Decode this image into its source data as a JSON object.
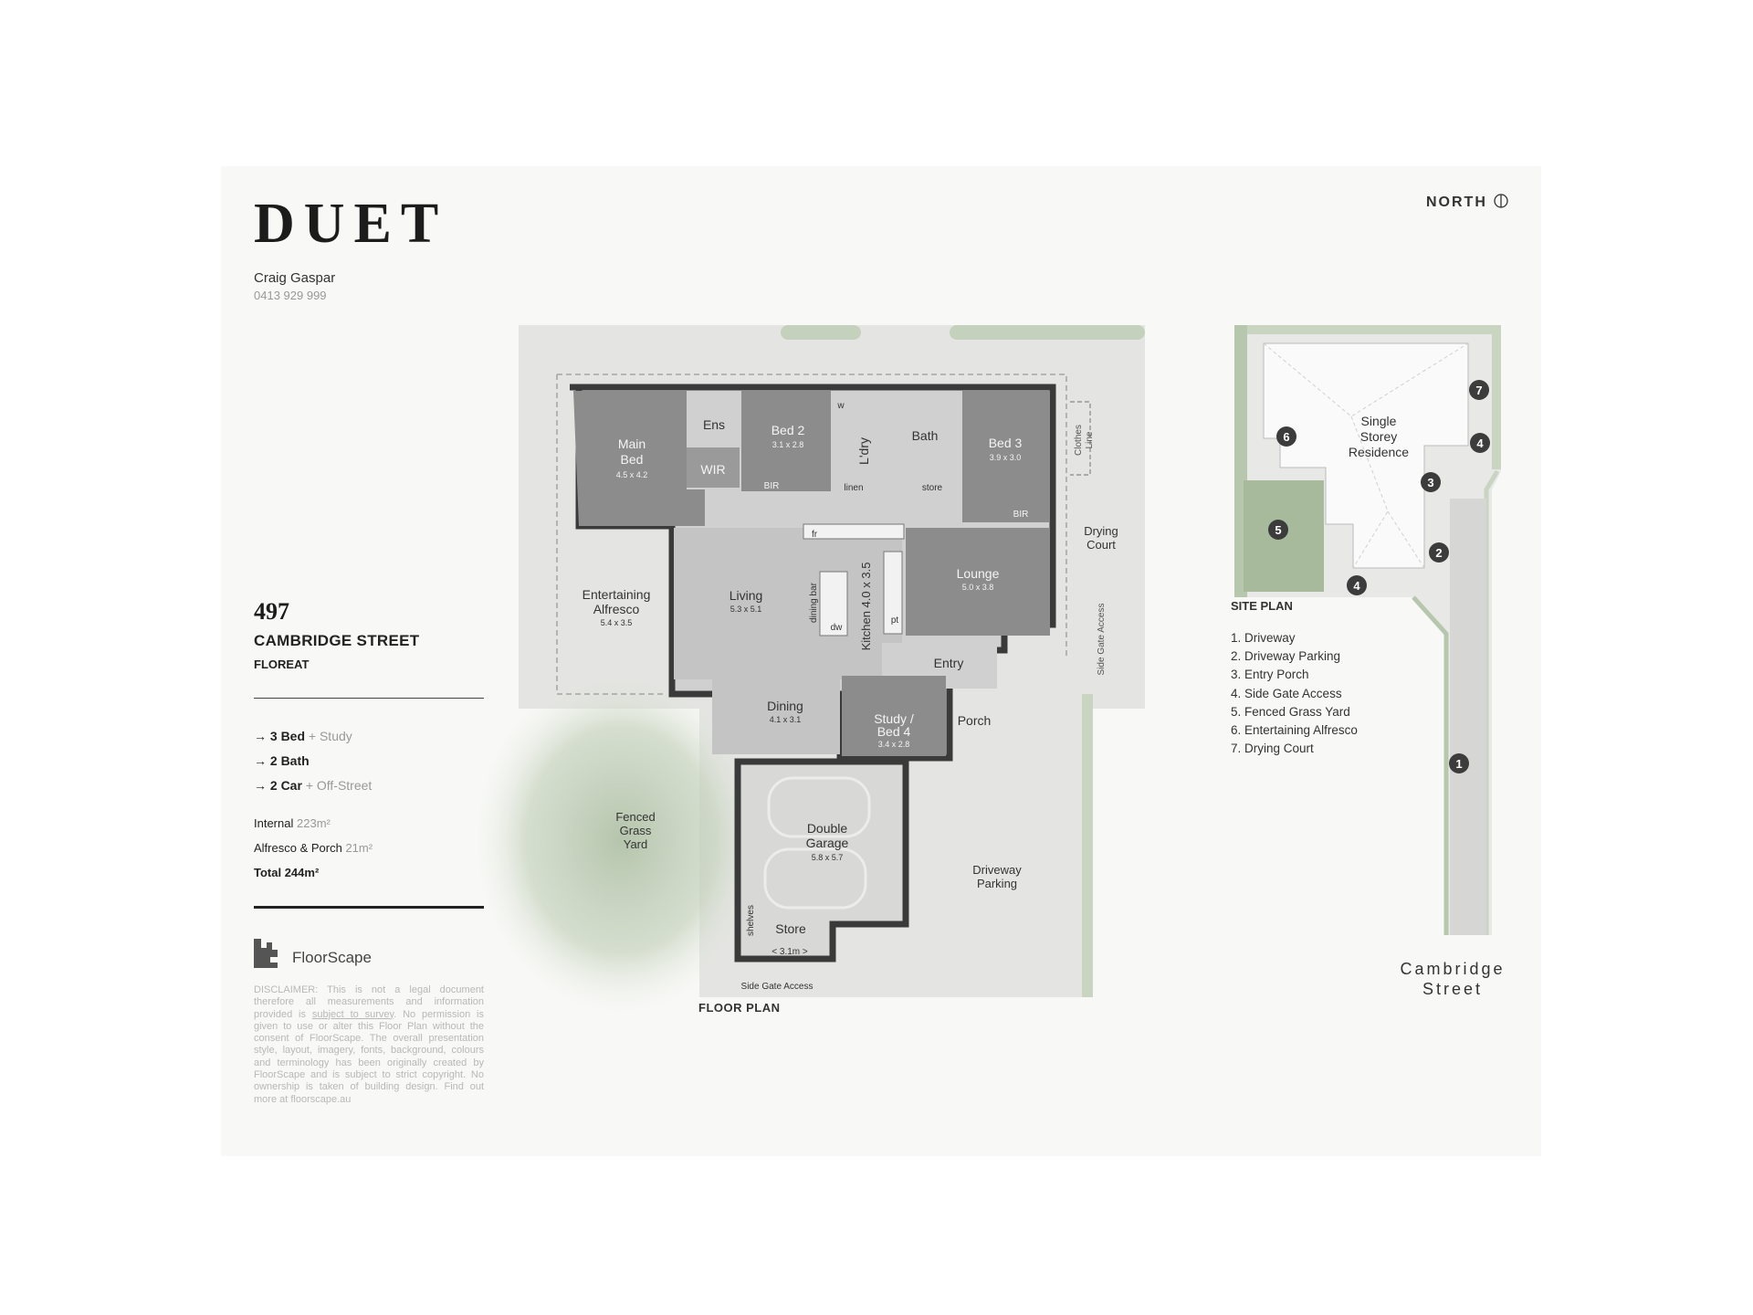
{
  "brand": "DUET",
  "agent": {
    "name": "Craig Gaspar",
    "phone": "0413 929 999"
  },
  "north_label": "NORTH",
  "address": {
    "number": "497",
    "street": "CAMBRIDGE STREET",
    "suburb": "FLOREAT"
  },
  "features": [
    {
      "main": "3 Bed",
      "extra": "+ Study"
    },
    {
      "main": "2 Bath",
      "extra": ""
    },
    {
      "main": "2 Car",
      "extra": "+ Off-Street"
    }
  ],
  "areas": {
    "internal": {
      "label": "Internal",
      "value": "223m²"
    },
    "alfresco": {
      "label": "Alfresco & Porch",
      "value": "21m²"
    },
    "total": "Total 244m²"
  },
  "logo": {
    "name": "FloorScape"
  },
  "disclaimer": {
    "before": "DISCLAIMER: This is not a legal document therefore all measurements and information provided is ",
    "link": "subject to survey",
    "after": ". No permission is given to use or alter this Floor Plan without the consent of FloorScape. The overall presentation style, layout, imagery, fonts, background, colours and terminology has been originally created by FloorScape and is subject to strict copyright. No ownership is taken of building design. Find out more at floorscape.au"
  },
  "floor_plan": {
    "title": "FLOOR PLAN",
    "rooms": {
      "main_bed": {
        "name_line1": "Main",
        "name_line2": "Bed",
        "dims": "4.5 x 4.2"
      },
      "ens": "Ens",
      "wir": "WIR",
      "bed2": {
        "name": "Bed 2",
        "dims": "3.1 x 2.8",
        "bir": "BIR"
      },
      "w": "w",
      "ldry": "L'dry",
      "linen": "linen",
      "bath": "Bath",
      "store_small": "store",
      "bed3": {
        "name": "Bed 3",
        "dims": "3.9 x 3.0",
        "bir": "BIR"
      },
      "clothes_line": {
        "line1": "Clothes",
        "line2": "Line"
      },
      "drying_court": {
        "line1": "Drying",
        "line2": "Court"
      },
      "fr": "fr",
      "living": {
        "name": "Living",
        "dims": "5.3 x 5.1"
      },
      "dining_bar": "dining bar",
      "kitchen": "Kitchen 4.0 x 3.5",
      "dw": "dw",
      "pt": "pt",
      "lounge": {
        "name": "Lounge",
        "dims": "5.0 x 3.8"
      },
      "alfresco": {
        "line1": "Entertaining",
        "line2": "Alfresco",
        "dims": "5.4 x 3.5"
      },
      "side_gate_right": "Side Gate Access",
      "entry": "Entry",
      "dining": {
        "name": "Dining",
        "dims": "4.1 x 3.1"
      },
      "study": {
        "line1": "Study /",
        "line2": "Bed 4",
        "dims": "3.4 x 2.8"
      },
      "porch": "Porch",
      "yard": {
        "line1": "Fenced",
        "line2": "Grass",
        "line3": "Yard"
      },
      "garage": {
        "line1": "Double",
        "line2": "Garage",
        "dims": "5.8 x 5.7"
      },
      "driveway_parking": {
        "line1": "Driveway",
        "line2": "Parking"
      },
      "shelves": "shelves",
      "store": "Store",
      "store_width": "< 3.1m >",
      "side_gate_bottom": "Side Gate Access"
    }
  },
  "site_plan": {
    "title": "SITE PLAN",
    "residence": {
      "line1": "Single",
      "line2": "Storey",
      "line3": "Residence"
    },
    "legend": [
      "1. Driveway",
      "2. Driveway Parking",
      "3. Entry Porch",
      "4. Side Gate Access",
      "5. Fenced Grass Yard",
      "6. Entertaining Alfresco",
      "7. Drying Court"
    ],
    "markers": [
      "1",
      "2",
      "3",
      "4",
      "4",
      "5",
      "6",
      "7"
    ],
    "street": {
      "line1": "Cambridge",
      "line2": "Street"
    }
  },
  "colors": {
    "room_dark": "#8c8c8c",
    "room_light": "#c4c4c4",
    "wall": "#3a3a3a",
    "paving": "#e3e3e1",
    "grass": "#b9c9b0",
    "marker": "#3c3c3c"
  }
}
